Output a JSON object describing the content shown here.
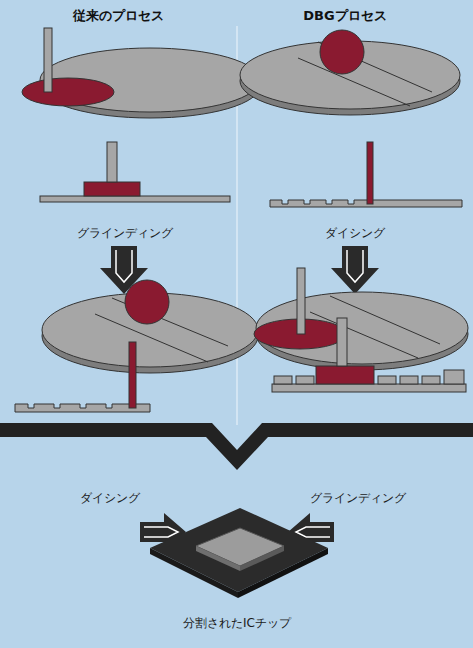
{
  "diagram": {
    "labels": [
      "従来のプロセス",
      "DBGプロセス",
      "グラインディング",
      "ダイシング",
      "ダイシング",
      "グラインディング",
      "分割されたICチップ"
    ]
  }
}
